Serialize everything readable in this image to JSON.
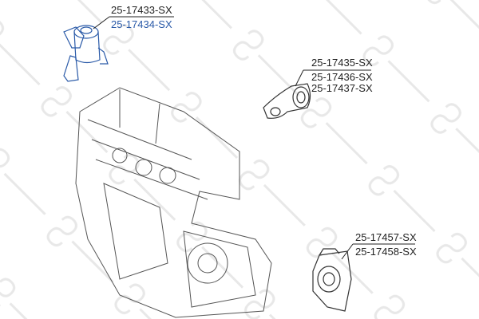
{
  "watermark": "STELLOX",
  "colors": {
    "part_outline": "#2a5aa8",
    "engine_outline": "#555555",
    "label_highlight": "#2a5aa8",
    "label": "#222222"
  },
  "callouts": [
    {
      "parts": [
        "25-17433-SX",
        "25-17434-SX"
      ],
      "highlighted": "25-17434-SX"
    },
    {
      "parts": [
        "25-17435-SX",
        "25-17436-SX",
        "25-17437-SX"
      ]
    },
    {
      "parts": [
        "25-17457-SX",
        "25-17458-SX"
      ]
    }
  ]
}
